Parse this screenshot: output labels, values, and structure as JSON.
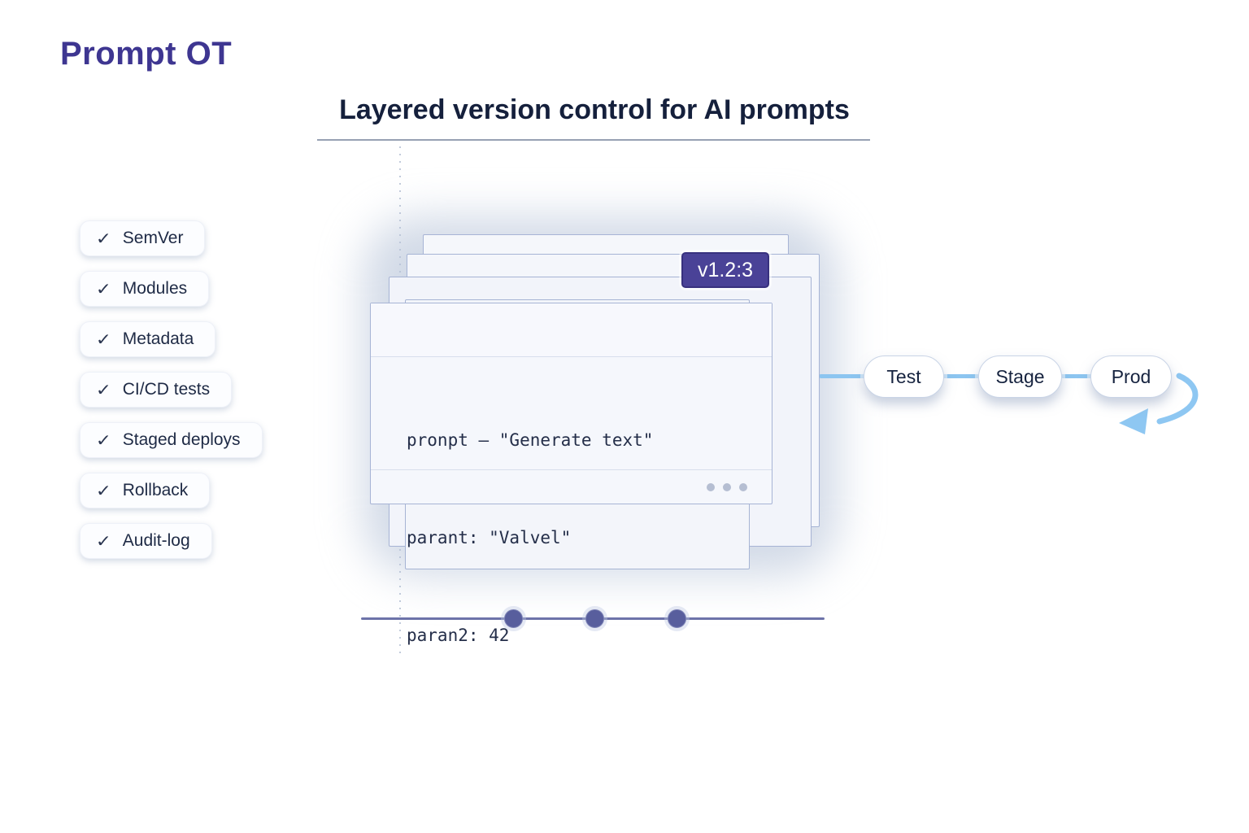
{
  "brand": {
    "name": "Prompt OT"
  },
  "hero": {
    "title": "Layered version control for AI prompts"
  },
  "features": {
    "check_glyph": "✓",
    "items": [
      {
        "label": "SemVer"
      },
      {
        "label": "Modules"
      },
      {
        "label": "Metadata"
      },
      {
        "label": "CI/CD tests"
      },
      {
        "label": "Staged deploys"
      },
      {
        "label": "Rollback"
      },
      {
        "label": "Audit-log"
      }
    ]
  },
  "prompt_card": {
    "version_badge": "v1.2:3",
    "code_lines": [
      "pronpt – \"Generate text\"",
      "parant: \"Valvel\"",
      "paran2: 42"
    ]
  },
  "pipeline": {
    "stages": [
      {
        "label": "Test"
      },
      {
        "label": "Stage"
      },
      {
        "label": "Prod"
      }
    ]
  },
  "timeline": {
    "dots": 3
  },
  "colors": {
    "logo_purple": "#3E3691",
    "badge_indigo": "#4A4297",
    "connector_blue": "#8CC5F0",
    "timeline_indigo": "#585E9D",
    "title_navy": "#15203C"
  }
}
